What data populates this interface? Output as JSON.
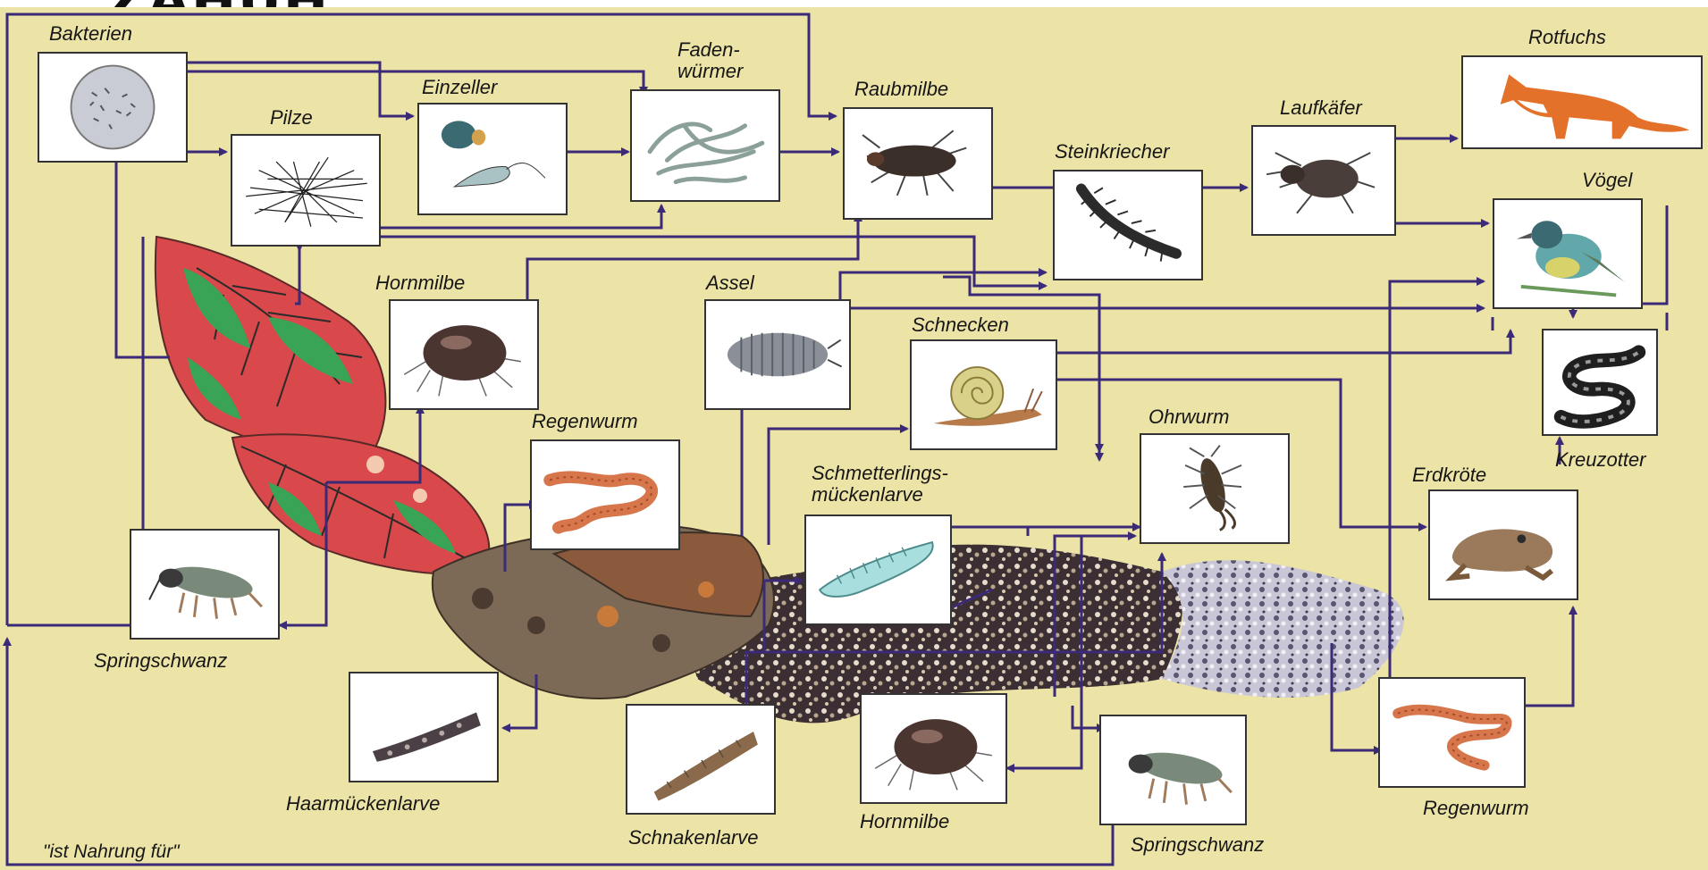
{
  "header": {
    "title_fragment": "ZAHUH"
  },
  "organisms": {
    "bakterien": "Bakterien",
    "pilze": "Pilze",
    "einzeller": "Einzeller",
    "fadenwuermer": "Faden-\nwürmer",
    "raubmilbe": "Raubmilbe",
    "laufkaefer": "Laufkäfer",
    "rotfuchs": "Rotfuchs",
    "steinkriecher": "Steinkriecher",
    "voegel": "Vögel",
    "hornmilbe_top": "Hornmilbe",
    "assel": "Assel",
    "schnecken": "Schnecken",
    "regenwurm_left": "Regenwurm",
    "ohrwurm": "Ohrwurm",
    "kreuzotter": "Kreuzotter",
    "schmetterlings": "Schmetterlings-\nmückenlarve",
    "erdkroete": "Erdkröte",
    "springschwanz_left": "Springschwanz",
    "haarmueckenlarve": "Haarmückenlarve",
    "schnakenlarve": "Schnakenlarve",
    "hornmilbe_bottom": "Hornmilbe",
    "springschwanz_bottom": "Springschwanz",
    "regenwurm_right": "Regenwurm"
  },
  "legend": {
    "note": "\"ist Nahrung für\""
  },
  "colors": {
    "background": "#ece3a6",
    "arrow": "#3a2a78",
    "leaf_red": "#d9484a",
    "leaf_green": "#3aa456",
    "litter_brown": "#6d5a4a"
  }
}
